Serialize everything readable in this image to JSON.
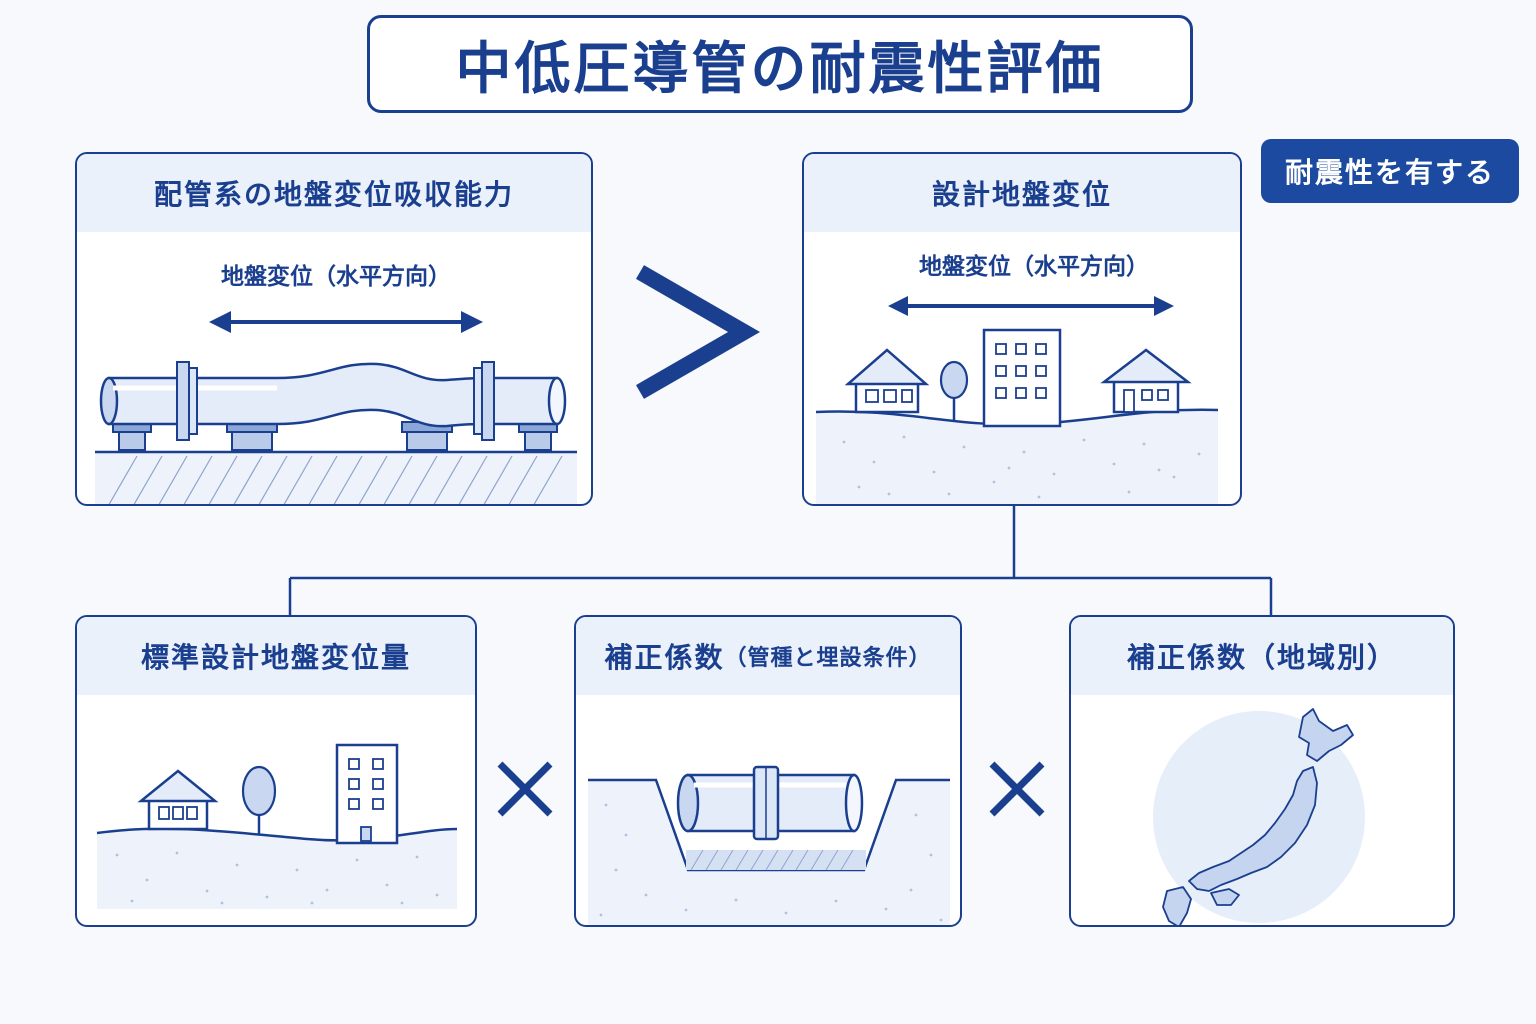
{
  "title": "中低圧導管の耐震性評価",
  "badge": "耐震性を有する",
  "panels": {
    "absorption": {
      "title": "配管系の地盤変位吸収能力",
      "arrow_label": "地盤変位（水平方向）"
    },
    "design": {
      "title": "設計地盤変位",
      "arrow_label": "地盤変位（水平方向）"
    },
    "standard": {
      "title": "標準設計地盤変位量"
    },
    "factor_pipe": {
      "title_main": "補正係数",
      "title_sub": "（管種と埋設条件）"
    },
    "factor_region": {
      "title": "補正係数（地域別）"
    }
  },
  "operators": {
    "compare": "greater-than-icon",
    "multiply": "times-icon"
  },
  "colors": {
    "primary": "#1b3f8f",
    "header_bg": "#eaf1fb",
    "badge_bg": "#1b4aa0",
    "illustration_fill": "#dde8f8"
  }
}
